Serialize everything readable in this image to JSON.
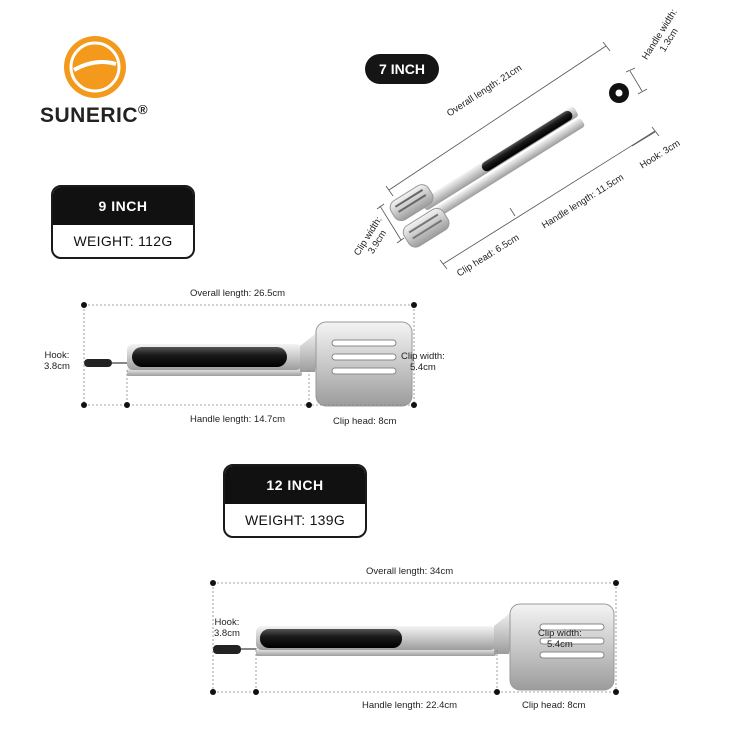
{
  "brand": {
    "name": "SUNERIC",
    "mark": "®"
  },
  "colors": {
    "brand_orange": "#F39A1C",
    "badge_dark": "#111111",
    "dimension_line": "#888888"
  },
  "products": {
    "seven": {
      "size_label": "7 INCH",
      "overall_length": "Overall length: 21cm",
      "handle_width": "Handle width:",
      "handle_width_value": "1.3cm",
      "hook": "Hook: 3cm",
      "handle_length": "Handle length: 11.5cm",
      "clip_width": "Clip width:",
      "clip_width_value": "3.9cm",
      "clip_head": "Clip head: 6.5cm"
    },
    "nine": {
      "size_label": "9 INCH",
      "weight": "WEIGHT: 112G",
      "overall_length": "Overall length: 26.5cm",
      "hook": "Hook:",
      "hook_value": "3.8cm",
      "clip_width": "Clip width:",
      "clip_width_value": "5.4cm",
      "handle_length": "Handle length: 14.7cm",
      "clip_head": "Clip head: 8cm"
    },
    "twelve": {
      "size_label": "12 INCH",
      "weight": "WEIGHT: 139G",
      "overall_length": "Overall length: 34cm",
      "hook": "Hook:",
      "hook_value": "3.8cm",
      "clip_width": "Clip width:",
      "clip_width_value": "5.4cm",
      "handle_length": "Handle length: 22.4cm",
      "clip_head": "Clip head: 8cm"
    }
  }
}
